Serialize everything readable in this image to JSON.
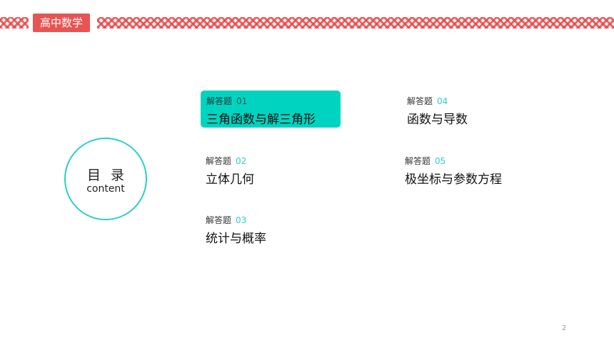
{
  "header": {
    "badge": "高中数学"
  },
  "toc": {
    "title": "目录",
    "subtitle": "content"
  },
  "items": [
    {
      "label": "解答题",
      "number": "01",
      "title": "三角函数与解三角形",
      "active": true
    },
    {
      "label": "解答题",
      "number": "02",
      "title": "立体几何",
      "active": false
    },
    {
      "label": "解答题",
      "number": "03",
      "title": "统计与概率",
      "active": false
    },
    {
      "label": "解答题",
      "number": "04",
      "title": "函数与导数",
      "active": false
    },
    {
      "label": "解答题",
      "number": "05",
      "title": "极坐标与参数方程",
      "active": false
    }
  ],
  "footer": {
    "page_number": "2"
  },
  "colors": {
    "accent": "#00d4c0",
    "circle": "#2ccfc2",
    "badge": "#e85454"
  }
}
